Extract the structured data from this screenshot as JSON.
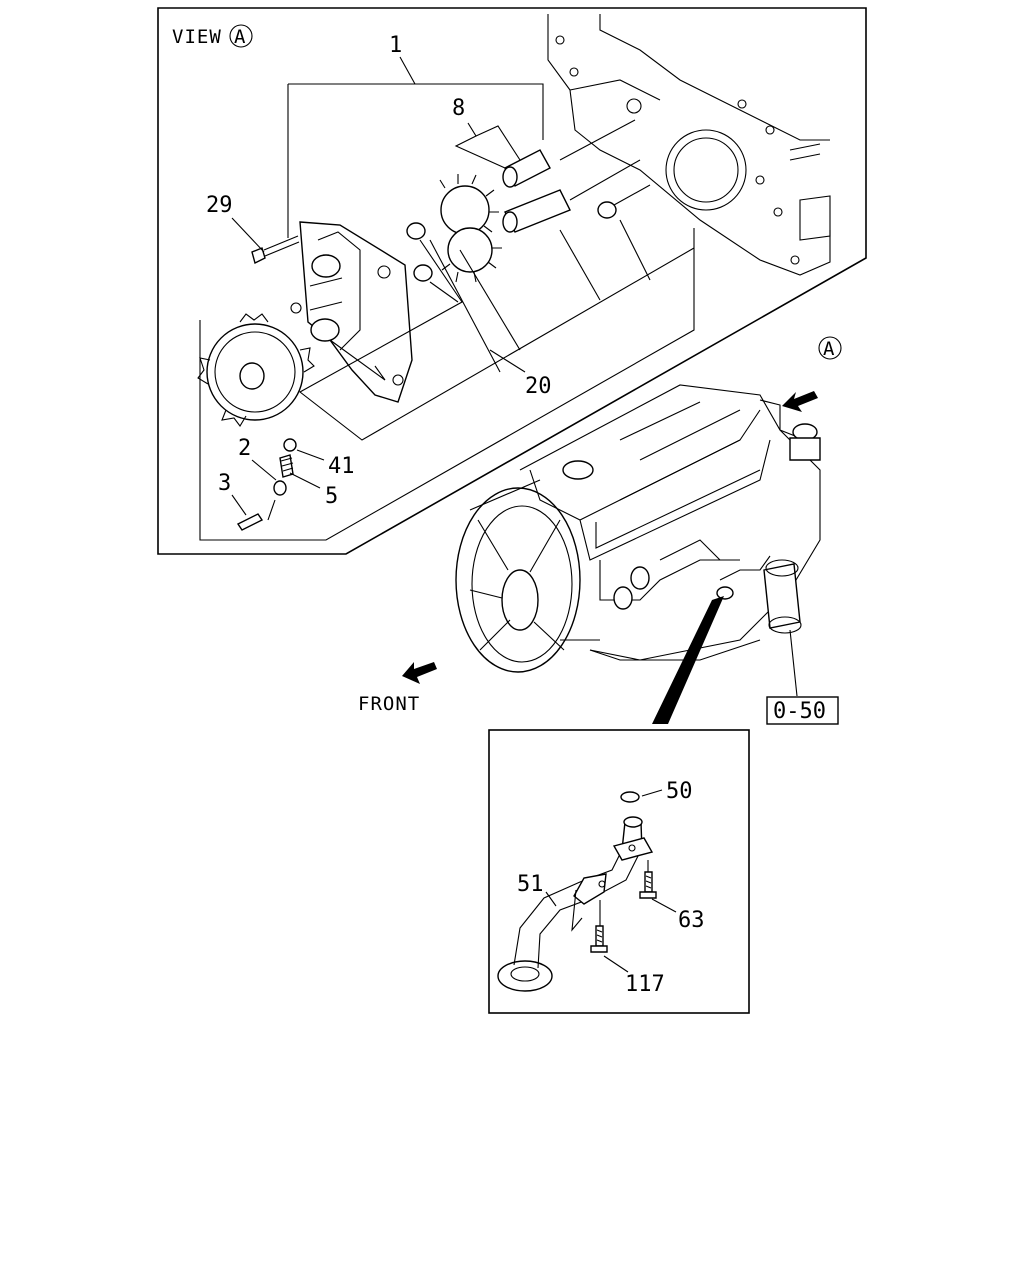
{
  "view_label": "VIEW",
  "view_marker": "A",
  "arrow_marker": "A",
  "front_label": "FRONT",
  "ref_box": "0-50",
  "callouts": {
    "c1": "1",
    "c8": "8",
    "c29": "29",
    "c20": "20",
    "c2": "2",
    "c41": "41",
    "c3": "3",
    "c5": "5",
    "c50": "50",
    "c51": "51",
    "c63": "63",
    "c117": "117"
  }
}
